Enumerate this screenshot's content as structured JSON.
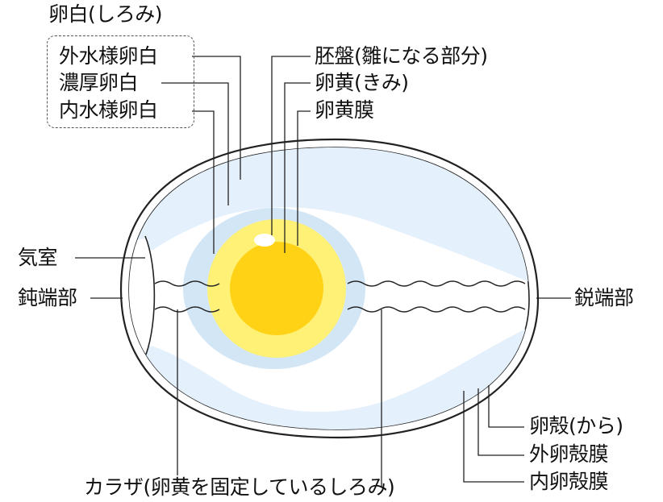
{
  "labels": {
    "albumen": "卵白(しろみ)",
    "outer_thin_albumen": "外水様卵白",
    "thick_albumen": "濃厚卵白",
    "inner_thin_albumen": "内水様卵白",
    "germinal_disc": "胚盤(雛になる部分)",
    "yolk": "卵黄(きみ)",
    "vitelline_membrane": "卵黄膜",
    "air_cell": "気室",
    "blunt_end": "鈍端部",
    "pointed_end": "鋭端部",
    "shell": "卵殻(から)",
    "outer_shell_membrane": "外卵殻膜",
    "inner_shell_membrane": "内卵殻膜",
    "chalaza": "カラザ(卵黄を固定しているしろみ)"
  },
  "colors": {
    "outline": "#222222",
    "white_bg": "#ffffff",
    "outer_thin": "#e4f0fb",
    "thick": "#cfe3f5",
    "yolk_outer": "#fff176",
    "yolk_inner": "#ffd215",
    "germinal_disc": "#ffffff"
  }
}
